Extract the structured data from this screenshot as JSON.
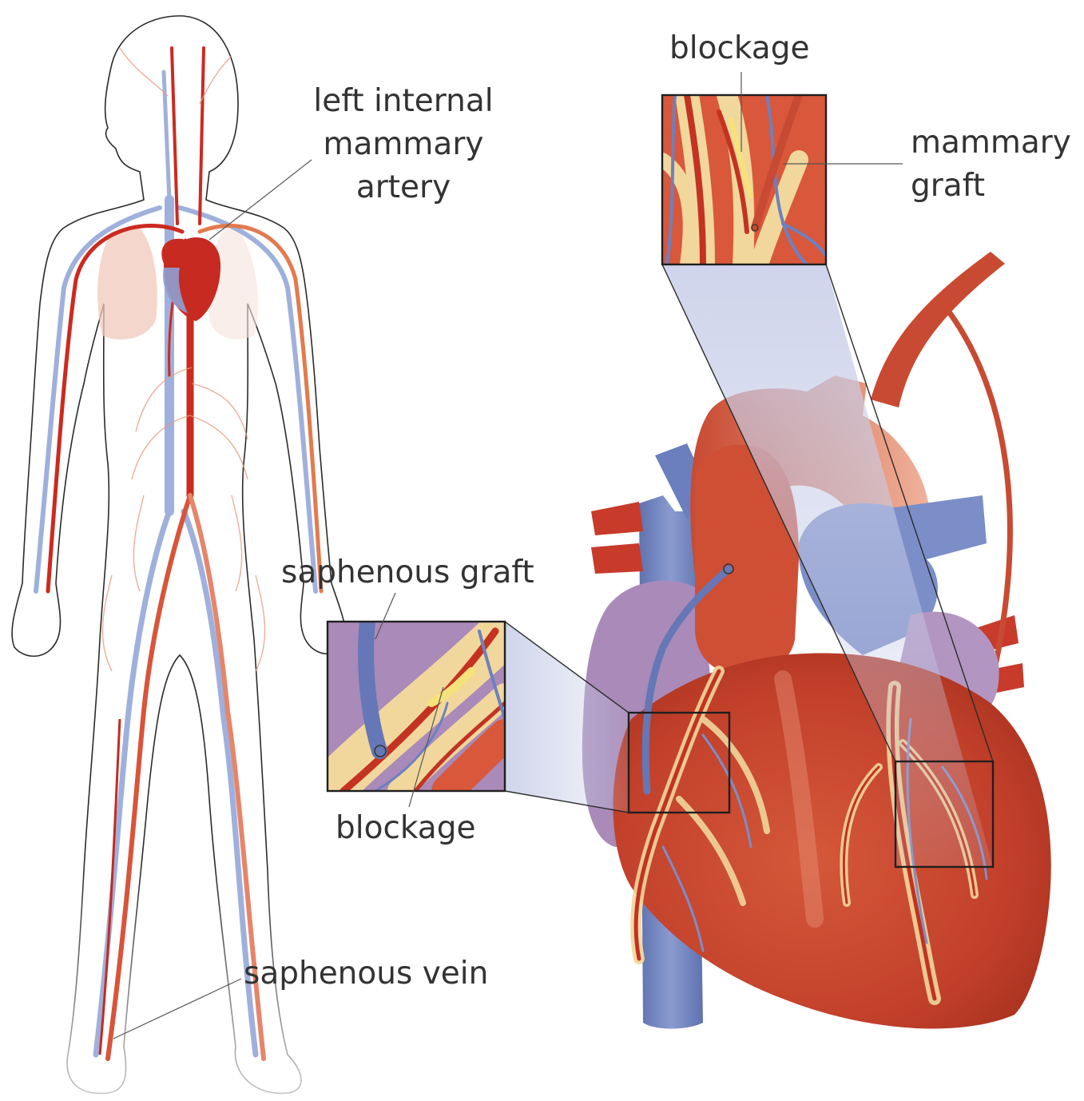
{
  "labels": {
    "lima": [
      "left internal",
      "mammary",
      "artery"
    ],
    "blockage_top": "blockage",
    "mammary_graft": [
      "mammary",
      "graft"
    ],
    "saphenous_graft": "saphenous graft",
    "blockage_bottom": "blockage",
    "saphenous_vein": "saphenous vein"
  },
  "colors": {
    "artery": "#cc2a20",
    "artery_light": "#e37a4e",
    "vein": "#7d8fc6",
    "vein_light": "#b8c4e4",
    "heart_muscle": "#c9482e",
    "atrium": "#a98ab8",
    "fat": "#f2d9a0",
    "leader_line": "#555555",
    "text": "#333333"
  }
}
